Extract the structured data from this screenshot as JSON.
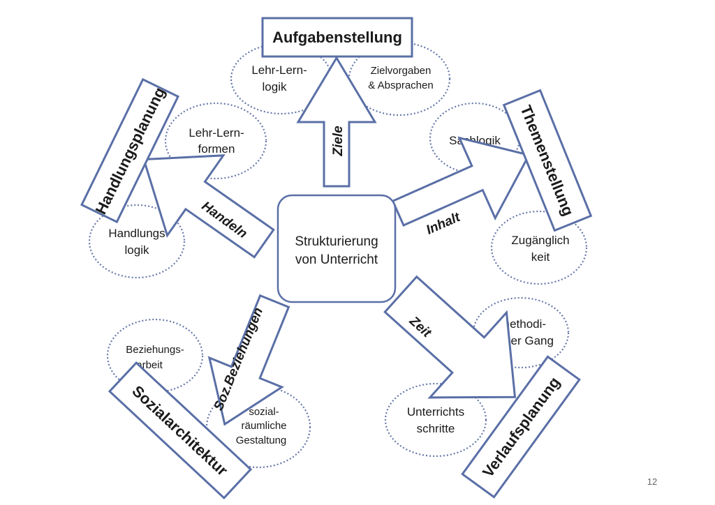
{
  "center": {
    "line1": "Strukturierung",
    "line2": "von Unterricht"
  },
  "boxes": {
    "aufgabenstellung": "Aufgabenstellung",
    "themenstellung": "Themenstellung",
    "verlaufsplanung": "Verlaufsplanung",
    "sozialarchitektur": "Sozialarchitektur",
    "handlungsplanung": "Handlungsplanung"
  },
  "arrows": {
    "ziele": "Ziele",
    "inhalt": "Inhalt",
    "zeit": "Zeit",
    "soz_beziehungen": "Soz.Beziehungen",
    "handeln": "Handeln"
  },
  "ovals": {
    "lehr_lern_logik": {
      "line1": "Lehr-Lern-",
      "line2": "logik"
    },
    "zielvorgaben": {
      "line1": "Zielvorgaben",
      "line2": "& Absprachen"
    },
    "sachlogik": {
      "line1": "Sachlogik"
    },
    "zugaenglichkeit": {
      "line1": "Zugänglich",
      "line2": "keit"
    },
    "methodischer_gang": {
      "line1": "methodi-",
      "line2": "scher Gang"
    },
    "unterrichtsschritte": {
      "line1": "Unterrichts",
      "line2": "schritte"
    },
    "sozial_raeumlich": {
      "line1": "sozial-",
      "line2": "räumliche",
      "line3": "Gestaltung"
    },
    "beziehungsarbeit": {
      "line1": "Beziehungs-",
      "line2": "arbeit"
    },
    "lehr_lern_formen": {
      "line1": "Lehr-Lern-",
      "line2": "formen"
    },
    "handlungslogik": {
      "line1": "Handlungs",
      "line2": "logik"
    }
  },
  "page_number": "12"
}
